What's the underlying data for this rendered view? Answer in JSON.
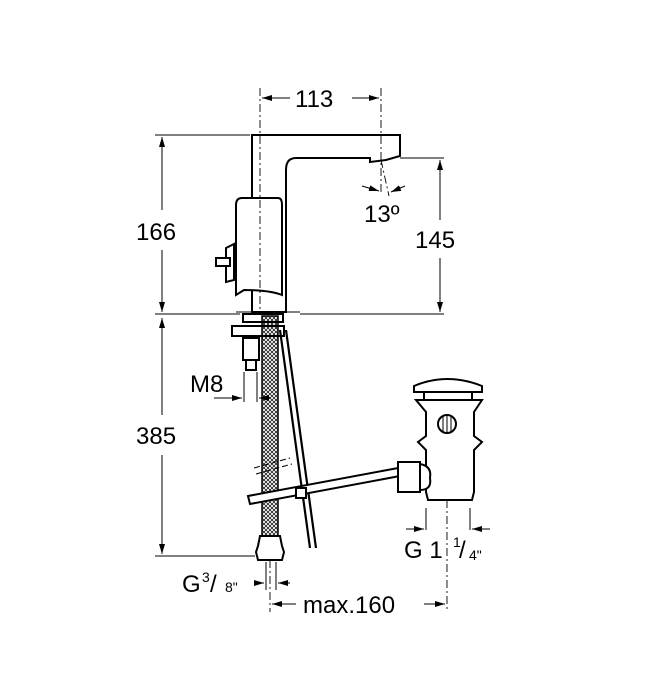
{
  "diagram": {
    "dimensions": {
      "spout_reach": "113",
      "spout_angle": "13º",
      "total_height": "166",
      "spout_height": "145",
      "below_deck_length": "385",
      "stud_thread": "M8",
      "inlet_thread_prefix": "G",
      "inlet_thread_num": "3",
      "inlet_thread_den": "8\"",
      "drain_distance": "max.160",
      "waste_thread_prefix": "G 1",
      "waste_thread_num": "1",
      "waste_thread_den": "4\""
    }
  }
}
